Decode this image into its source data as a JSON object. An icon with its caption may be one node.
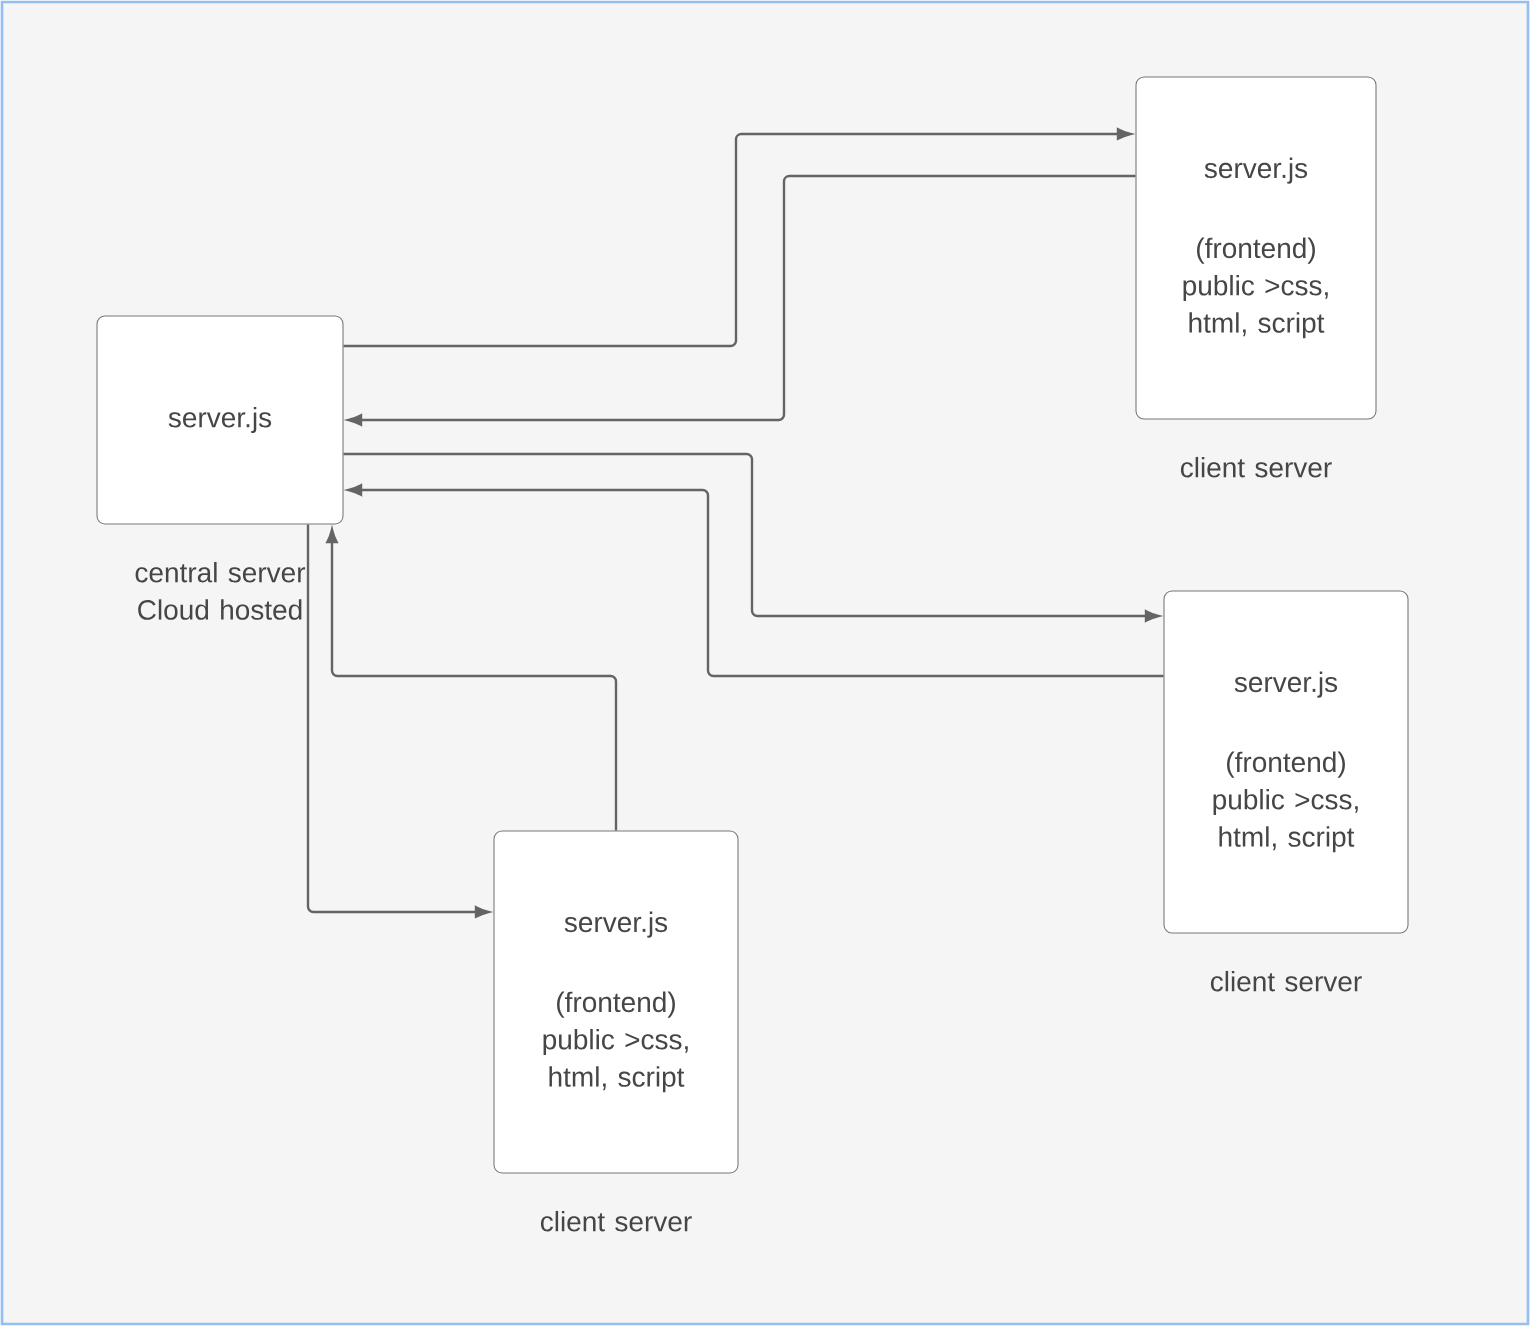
{
  "diagram": {
    "nodes": [
      {
        "text": [
          "server.js"
        ],
        "beside": [
          "central server Cloud hosted"
        ]
      },
      {
        "text": [
          "server.js",
          "(frontend) public >css, html, script"
        ],
        "beside": [
          "client server"
        ]
      },
      {
        "text": [
          "server.js",
          "(frontend) public >css, html, script"
        ],
        "beside": [
          "client server"
        ]
      },
      {
        "text": [
          "server.js",
          "(frontend) public >css, html, script"
        ],
        "beside": [
          "client server"
        ]
      }
    ],
    "edges": [
      {
        "from": 0,
        "to": 1,
        "arrow": "to"
      },
      {
        "from": 1,
        "to": 0,
        "arrow": "to"
      },
      {
        "from": 0,
        "to": 2,
        "arrow": "to"
      },
      {
        "from": 2,
        "to": 0,
        "arrow": "to"
      },
      {
        "from": 0,
        "to": 3,
        "arrow": "to"
      },
      {
        "from": 3,
        "to": 0,
        "arrow": "to"
      }
    ]
  }
}
